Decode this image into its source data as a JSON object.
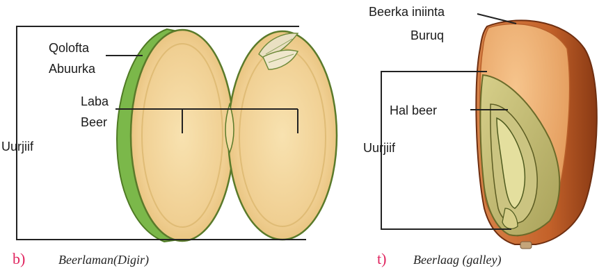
{
  "left_figure": {
    "labels": {
      "seed_coat": [
        "Qolofta",
        "Abuurka"
      ],
      "cotyledons": [
        "Laba",
        "Beer"
      ],
      "embryo": "Uurjiif"
    },
    "caption_letter": "b)",
    "caption_text": "Beerlaman(Digir)"
  },
  "right_figure": {
    "labels": {
      "seed_leaf": "Beerka iniinta",
      "endosperm": "Buruq",
      "cotyledon": "Hal beer",
      "embryo": "Uurjiif"
    },
    "caption_letter": "t)",
    "caption_text": "Beerlaag (galley)"
  },
  "colors": {
    "seed_fill": "#f2d29a",
    "seed_outline": "#5a7a2a",
    "seed_coat_green": "#7bb84a",
    "maize_orange": "#c8662e",
    "maize_endosperm": "#f0b27a",
    "embryo_green": "#b9b36a",
    "caption_letter": "#e0245e"
  }
}
